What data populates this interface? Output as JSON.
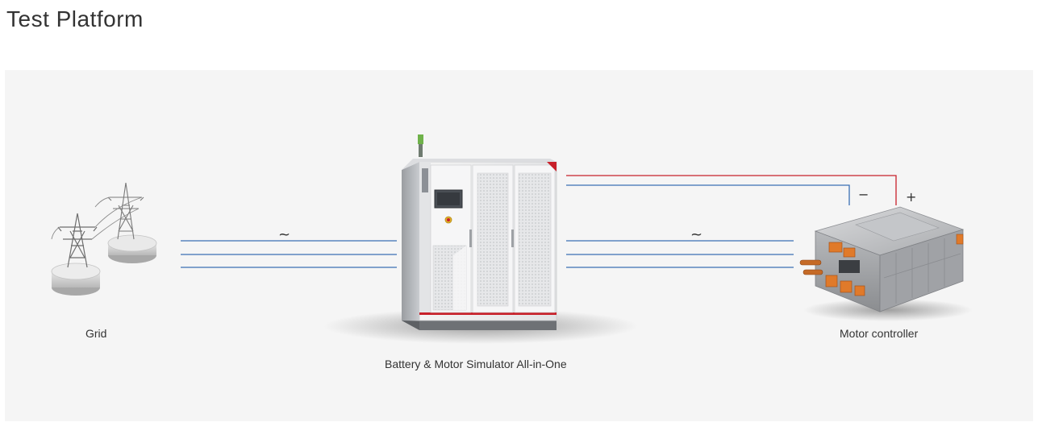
{
  "title": "Test Platform",
  "nodes": {
    "grid": {
      "label": "Grid"
    },
    "simulator": {
      "label": "Battery & Motor Simulator All-in-One"
    },
    "motor_controller": {
      "label": "Motor controller"
    }
  },
  "wire_symbols": {
    "ac_left": "~",
    "ac_right": "~",
    "dc_negative": "−",
    "dc_positive": "+"
  },
  "colors": {
    "ac_line": "#3a6fb4",
    "dc_positive_line": "#c8202a",
    "dc_negative_line": "#3a6fb4",
    "panel_background": "#f5f5f5"
  }
}
